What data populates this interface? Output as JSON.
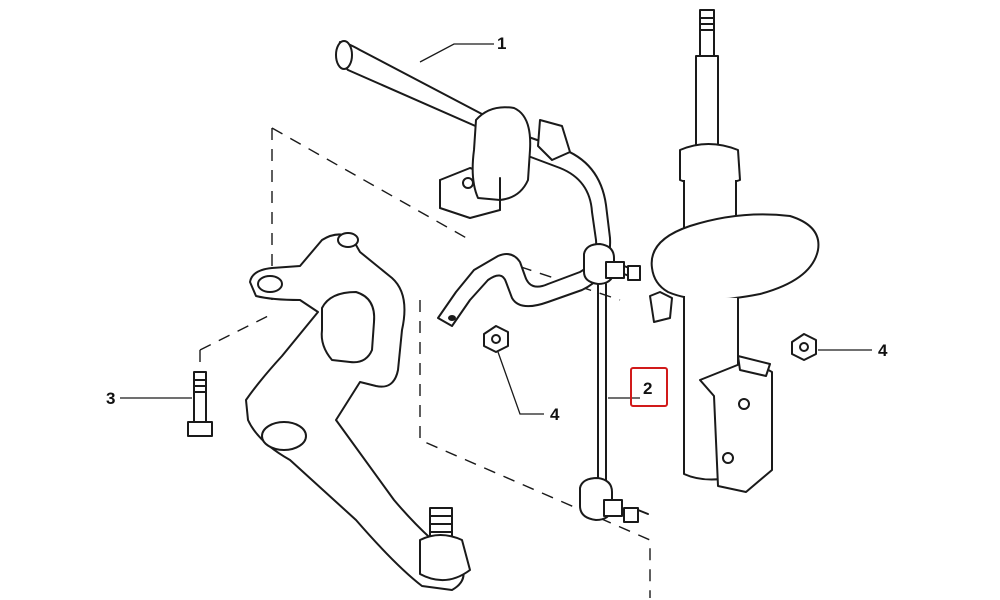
{
  "callouts": [
    {
      "id": "1",
      "label": "1"
    },
    {
      "id": "2",
      "label": "2",
      "highlighted": true
    },
    {
      "id": "3",
      "label": "3"
    },
    {
      "id": "4a",
      "label": "4"
    },
    {
      "id": "4b",
      "label": "4"
    }
  ],
  "colors": {
    "line": "#1a1a1a",
    "highlight": "#d11a1a",
    "background": "#ffffff"
  }
}
